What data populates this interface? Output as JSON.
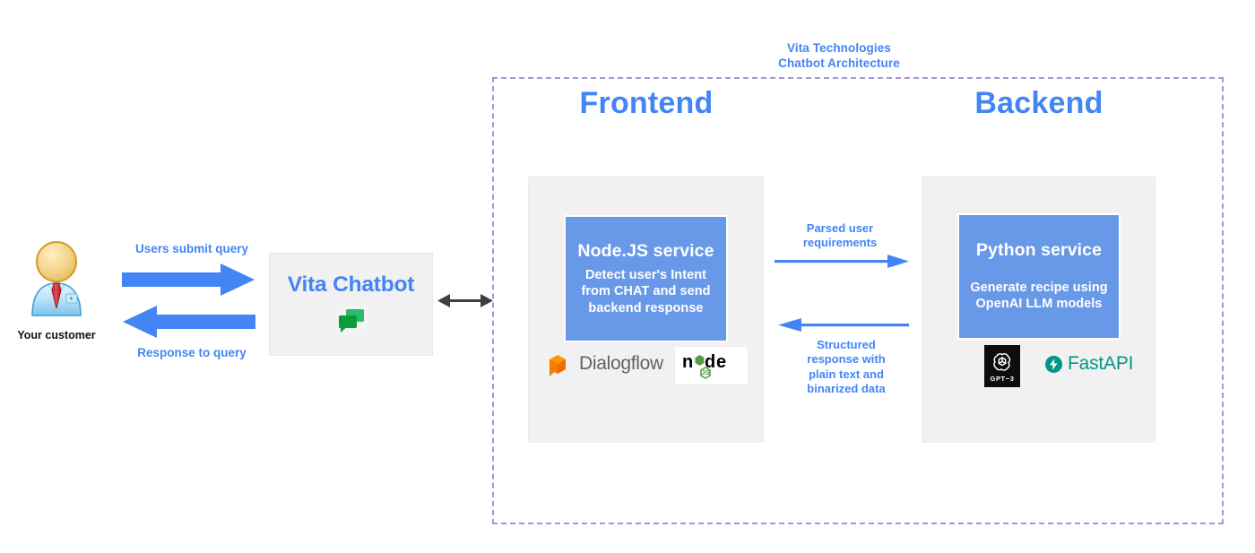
{
  "diagram": {
    "title_line1": "Vita Technologies",
    "title_line2": "Chatbot Architecture",
    "accent_blue": "#4285f4",
    "service_blue": "#6899e8",
    "panel_grey": "#f1f1f1",
    "boundary_dash_color": "#a396df",
    "arrow_blue": "#4285f4",
    "arrow_dark": "#3c4043"
  },
  "customer": {
    "label": "Your customer",
    "avatar_icon": "user-avatar-icon"
  },
  "flows": {
    "submit_query": "Users submit query",
    "response_query": "Response to query",
    "parsed_requirements_line1": "Parsed user",
    "parsed_requirements_line2": "requirements",
    "structured_response_line1": "Structured",
    "structured_response_line2": "response with",
    "structured_response_line3": "plain text and",
    "structured_response_line4": "binarized data"
  },
  "chatbot": {
    "label": "Vita Chatbot",
    "icon": "chat-bubbles-icon"
  },
  "frontend": {
    "heading": "Frontend",
    "service": {
      "title": "Node.JS service",
      "desc_line1": "Detect user's Intent",
      "desc_line2": "from CHAT and send",
      "desc_line3": "backend response"
    },
    "logos": [
      {
        "name": "dialogflow-logo",
        "text": "Dialogflow",
        "color": "#ef6c00"
      },
      {
        "name": "nodejs-logo",
        "text": "node",
        "color": "#539e43"
      }
    ]
  },
  "backend": {
    "heading": "Backend",
    "service": {
      "title": "Python service",
      "desc_line1": "Generate recipe using",
      "desc_line2": "OpenAI LLM models"
    },
    "logos": [
      {
        "name": "gpt3-logo",
        "text": "GPT−3",
        "color": "#0d0d0d"
      },
      {
        "name": "fastapi-logo",
        "text": "FastAPI",
        "color": "#009688"
      }
    ]
  }
}
